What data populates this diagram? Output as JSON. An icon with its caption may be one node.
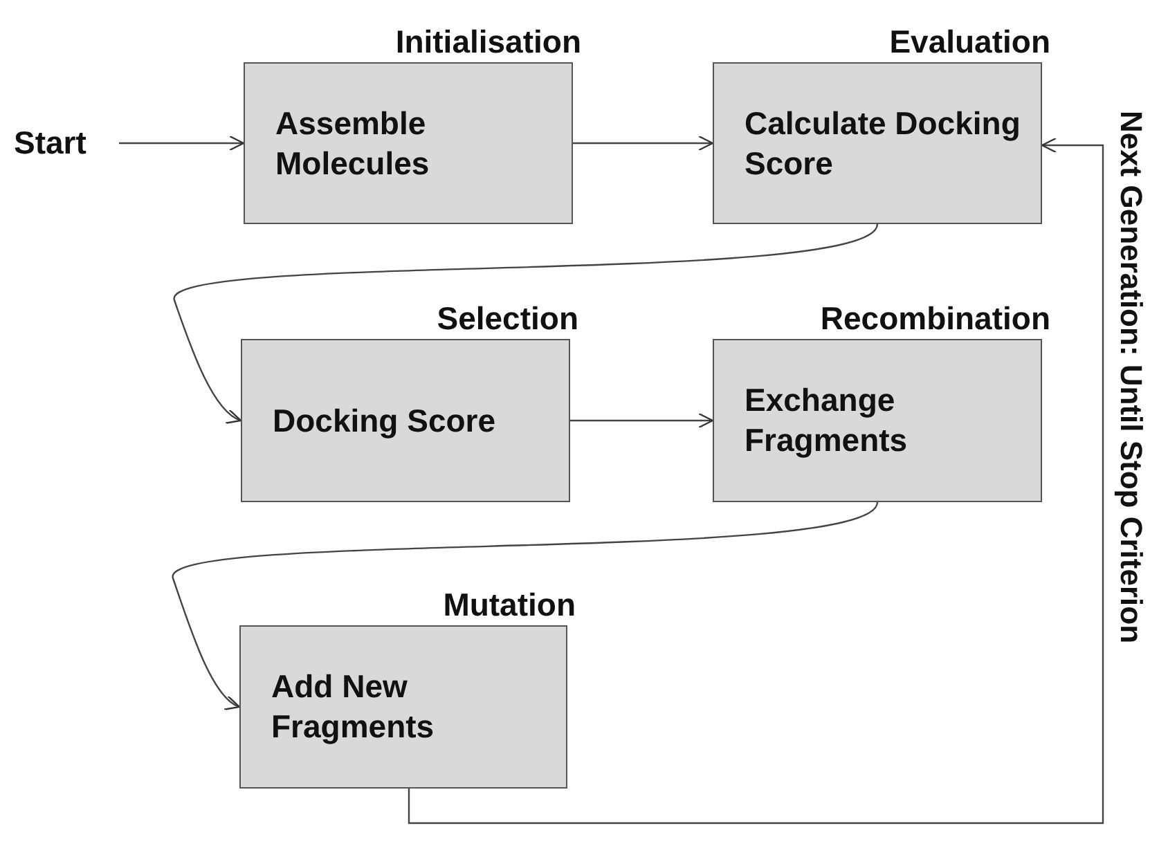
{
  "diagram": {
    "nodes": [
      {
        "text": [
          "Initialisation",
          "Assemble Molecules"
        ]
      },
      {
        "text": [
          "Evaluation",
          "Calculate Docking Score"
        ]
      },
      {
        "text": [
          "Selection",
          "Docking Score"
        ]
      },
      {
        "text": [
          "Recombination",
          "Exchange Fragments"
        ]
      },
      {
        "text": [
          "Mutation",
          "Add New Fragments"
        ]
      },
      {
        "text": [
          "Start"
        ]
      }
    ],
    "edges": [
      {
        "from": 5,
        "to": 0,
        "arrow": "to"
      },
      {
        "from": 0,
        "to": 1,
        "arrow": "to"
      },
      {
        "from": 1,
        "to": 2,
        "arrow": "to"
      },
      {
        "from": 2,
        "to": 3,
        "arrow": "to"
      },
      {
        "from": 3,
        "to": 4,
        "arrow": "to"
      },
      {
        "from": 4,
        "to": 1,
        "arrow": "to",
        "label": "Next Generation: Until Stop Criterion"
      }
    ]
  }
}
